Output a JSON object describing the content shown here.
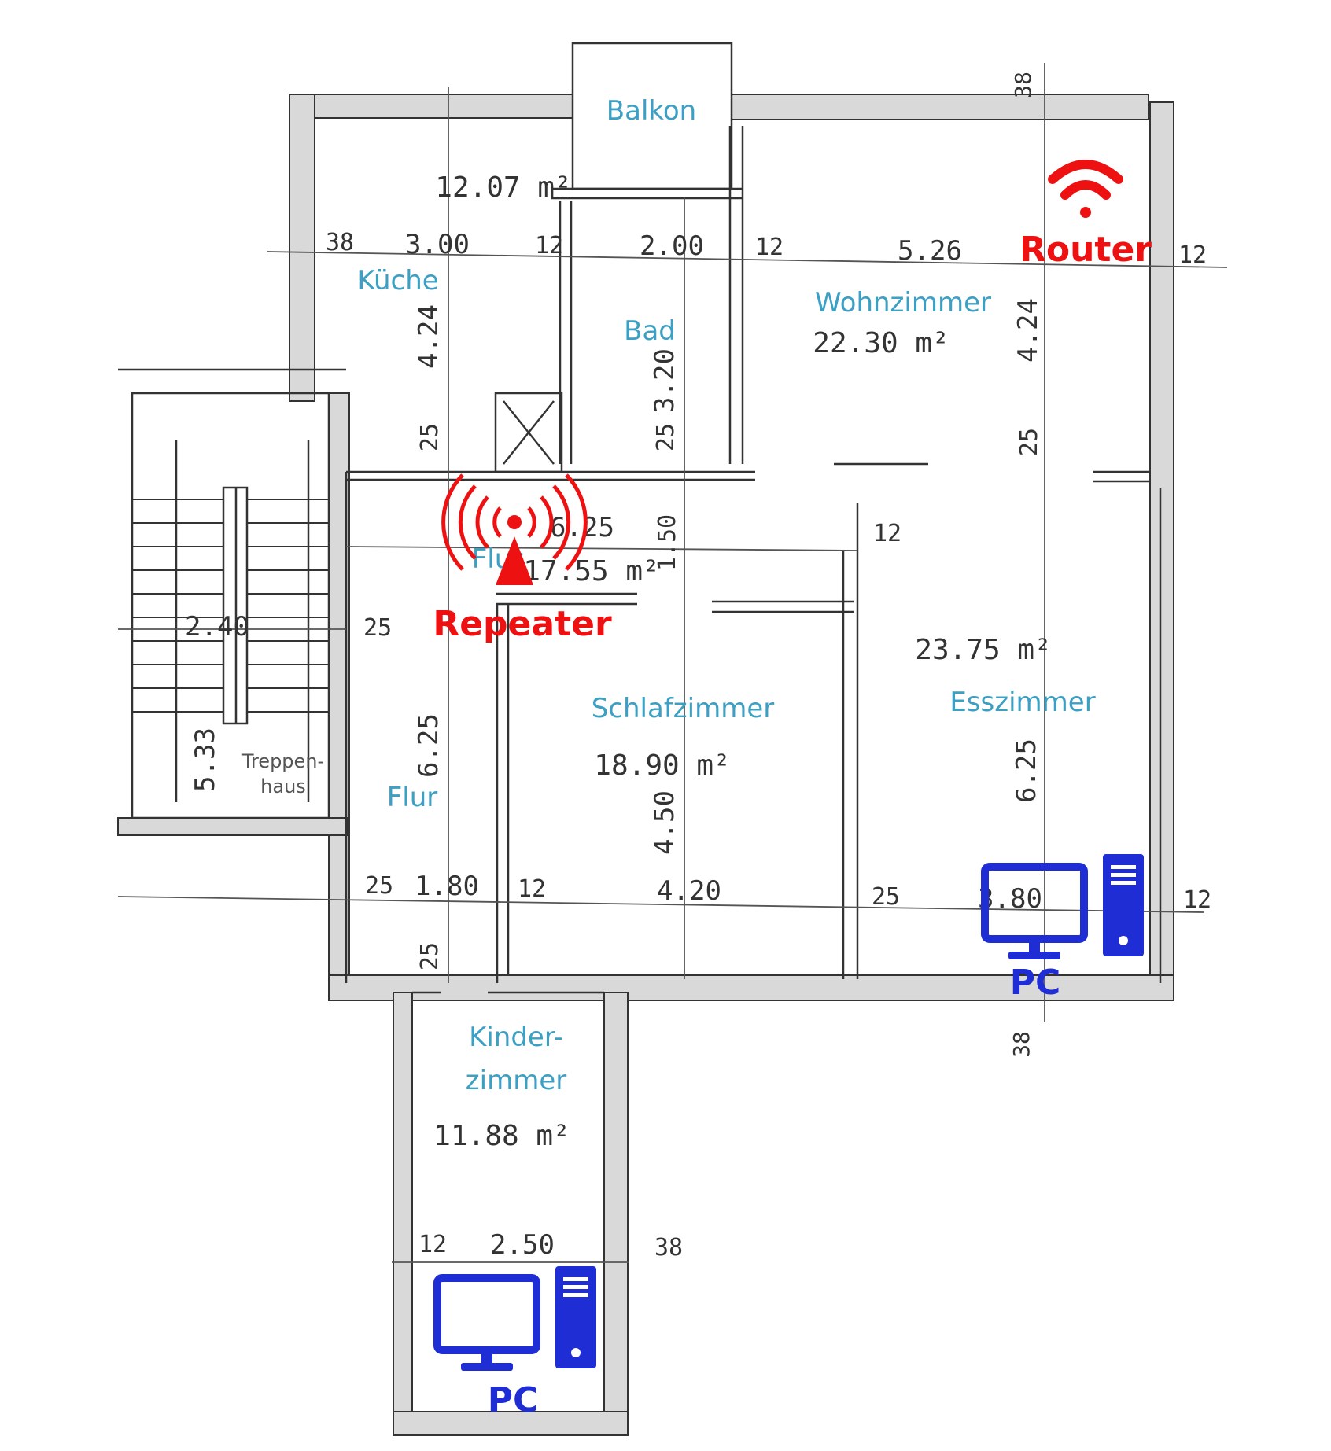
{
  "colors": {
    "wall_fill": "#d9d9d9",
    "wall_line": "#333333",
    "room_label": "#3ca0c4",
    "router": "#ee1111",
    "pc": "#1f2ed4"
  },
  "rooms": {
    "balkon": "Balkon",
    "kueche": "Küche",
    "bad": "Bad",
    "wohnzimmer": "Wohnzimmer",
    "flur_top": "Flur",
    "flur": "Flur",
    "schlafzimmer": "Schlafzimmer",
    "esszimmer": "Esszimmer",
    "treppenhaus_1": "Treppen-",
    "treppenhaus_2": "haus",
    "kinderzimmer_1": "Kinder-",
    "kinderzimmer_2": "zimmer"
  },
  "areas": {
    "kueche": "12.07 m²",
    "wohnzimmer": "22.30 m²",
    "flur": "17.55 m²",
    "schlafzimmer": "18.90 m²",
    "esszimmer": "23.75 m²",
    "kinderzimmer": "11.88 m²"
  },
  "dimensions": {
    "top_38": "38",
    "top_left_38": "38",
    "kueche_w": "3.00",
    "bad_left_12": "12",
    "bad_w": "2.00",
    "bad_right_12": "12",
    "wohn_w": "5.26",
    "right_12": "12",
    "kueche_h": "4.24",
    "wohn_h": "4.24",
    "bad_h": "3.20",
    "k_25": "25",
    "bad_25": "25",
    "wohn_25": "25",
    "flur_w": "6.25",
    "flur_150": "1.50",
    "esz_12": "12",
    "stair_w": "2.40",
    "stair_25": "25",
    "stair_h": "5.33",
    "flur_h": "6.25",
    "schlaf_h": "4.50",
    "esz_h": "6.25",
    "bot_25a": "25",
    "flur_bw": "1.80",
    "schlaf_12": "12",
    "schlaf_w": "4.20",
    "esz_25": "25",
    "esz_w": "3.80",
    "esz_r12": "12",
    "kinder_25": "25",
    "bot_38": "38",
    "kinder_12": "12",
    "kinder_w": "2.50",
    "kinder_38": "38"
  },
  "devices": {
    "router": {
      "label": "Router",
      "icon": "wifi-icon"
    },
    "repeater": {
      "label": "Repeater",
      "icon": "antenna-icon"
    },
    "pc_esszimmer": {
      "label": "PC",
      "icon": "desktop-pc-icon"
    },
    "pc_kinderzimmer": {
      "label": "PC",
      "icon": "desktop-pc-icon"
    }
  }
}
